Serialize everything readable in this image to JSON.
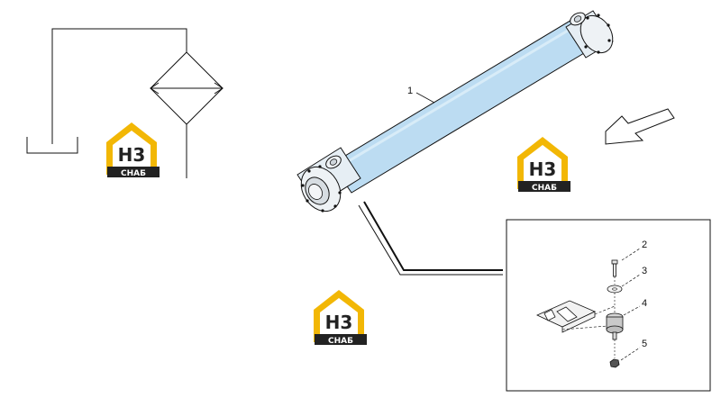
{
  "diagram": {
    "callouts": [
      {
        "id": "1",
        "label": "1"
      },
      {
        "id": "2",
        "label": "2"
      },
      {
        "id": "3",
        "label": "3"
      },
      {
        "id": "4",
        "label": "4"
      },
      {
        "id": "5",
        "label": "5"
      }
    ],
    "watermark": {
      "top_text": "Н3",
      "bottom_text": "СНАБ"
    },
    "colors": {
      "tube_fill": "#bcdcf2",
      "line": "#111111",
      "logo_yellow": "#f2b705",
      "logo_dark": "#222222"
    },
    "icons": [
      "filter-symbol-icon",
      "direction-arrow-icon"
    ]
  }
}
